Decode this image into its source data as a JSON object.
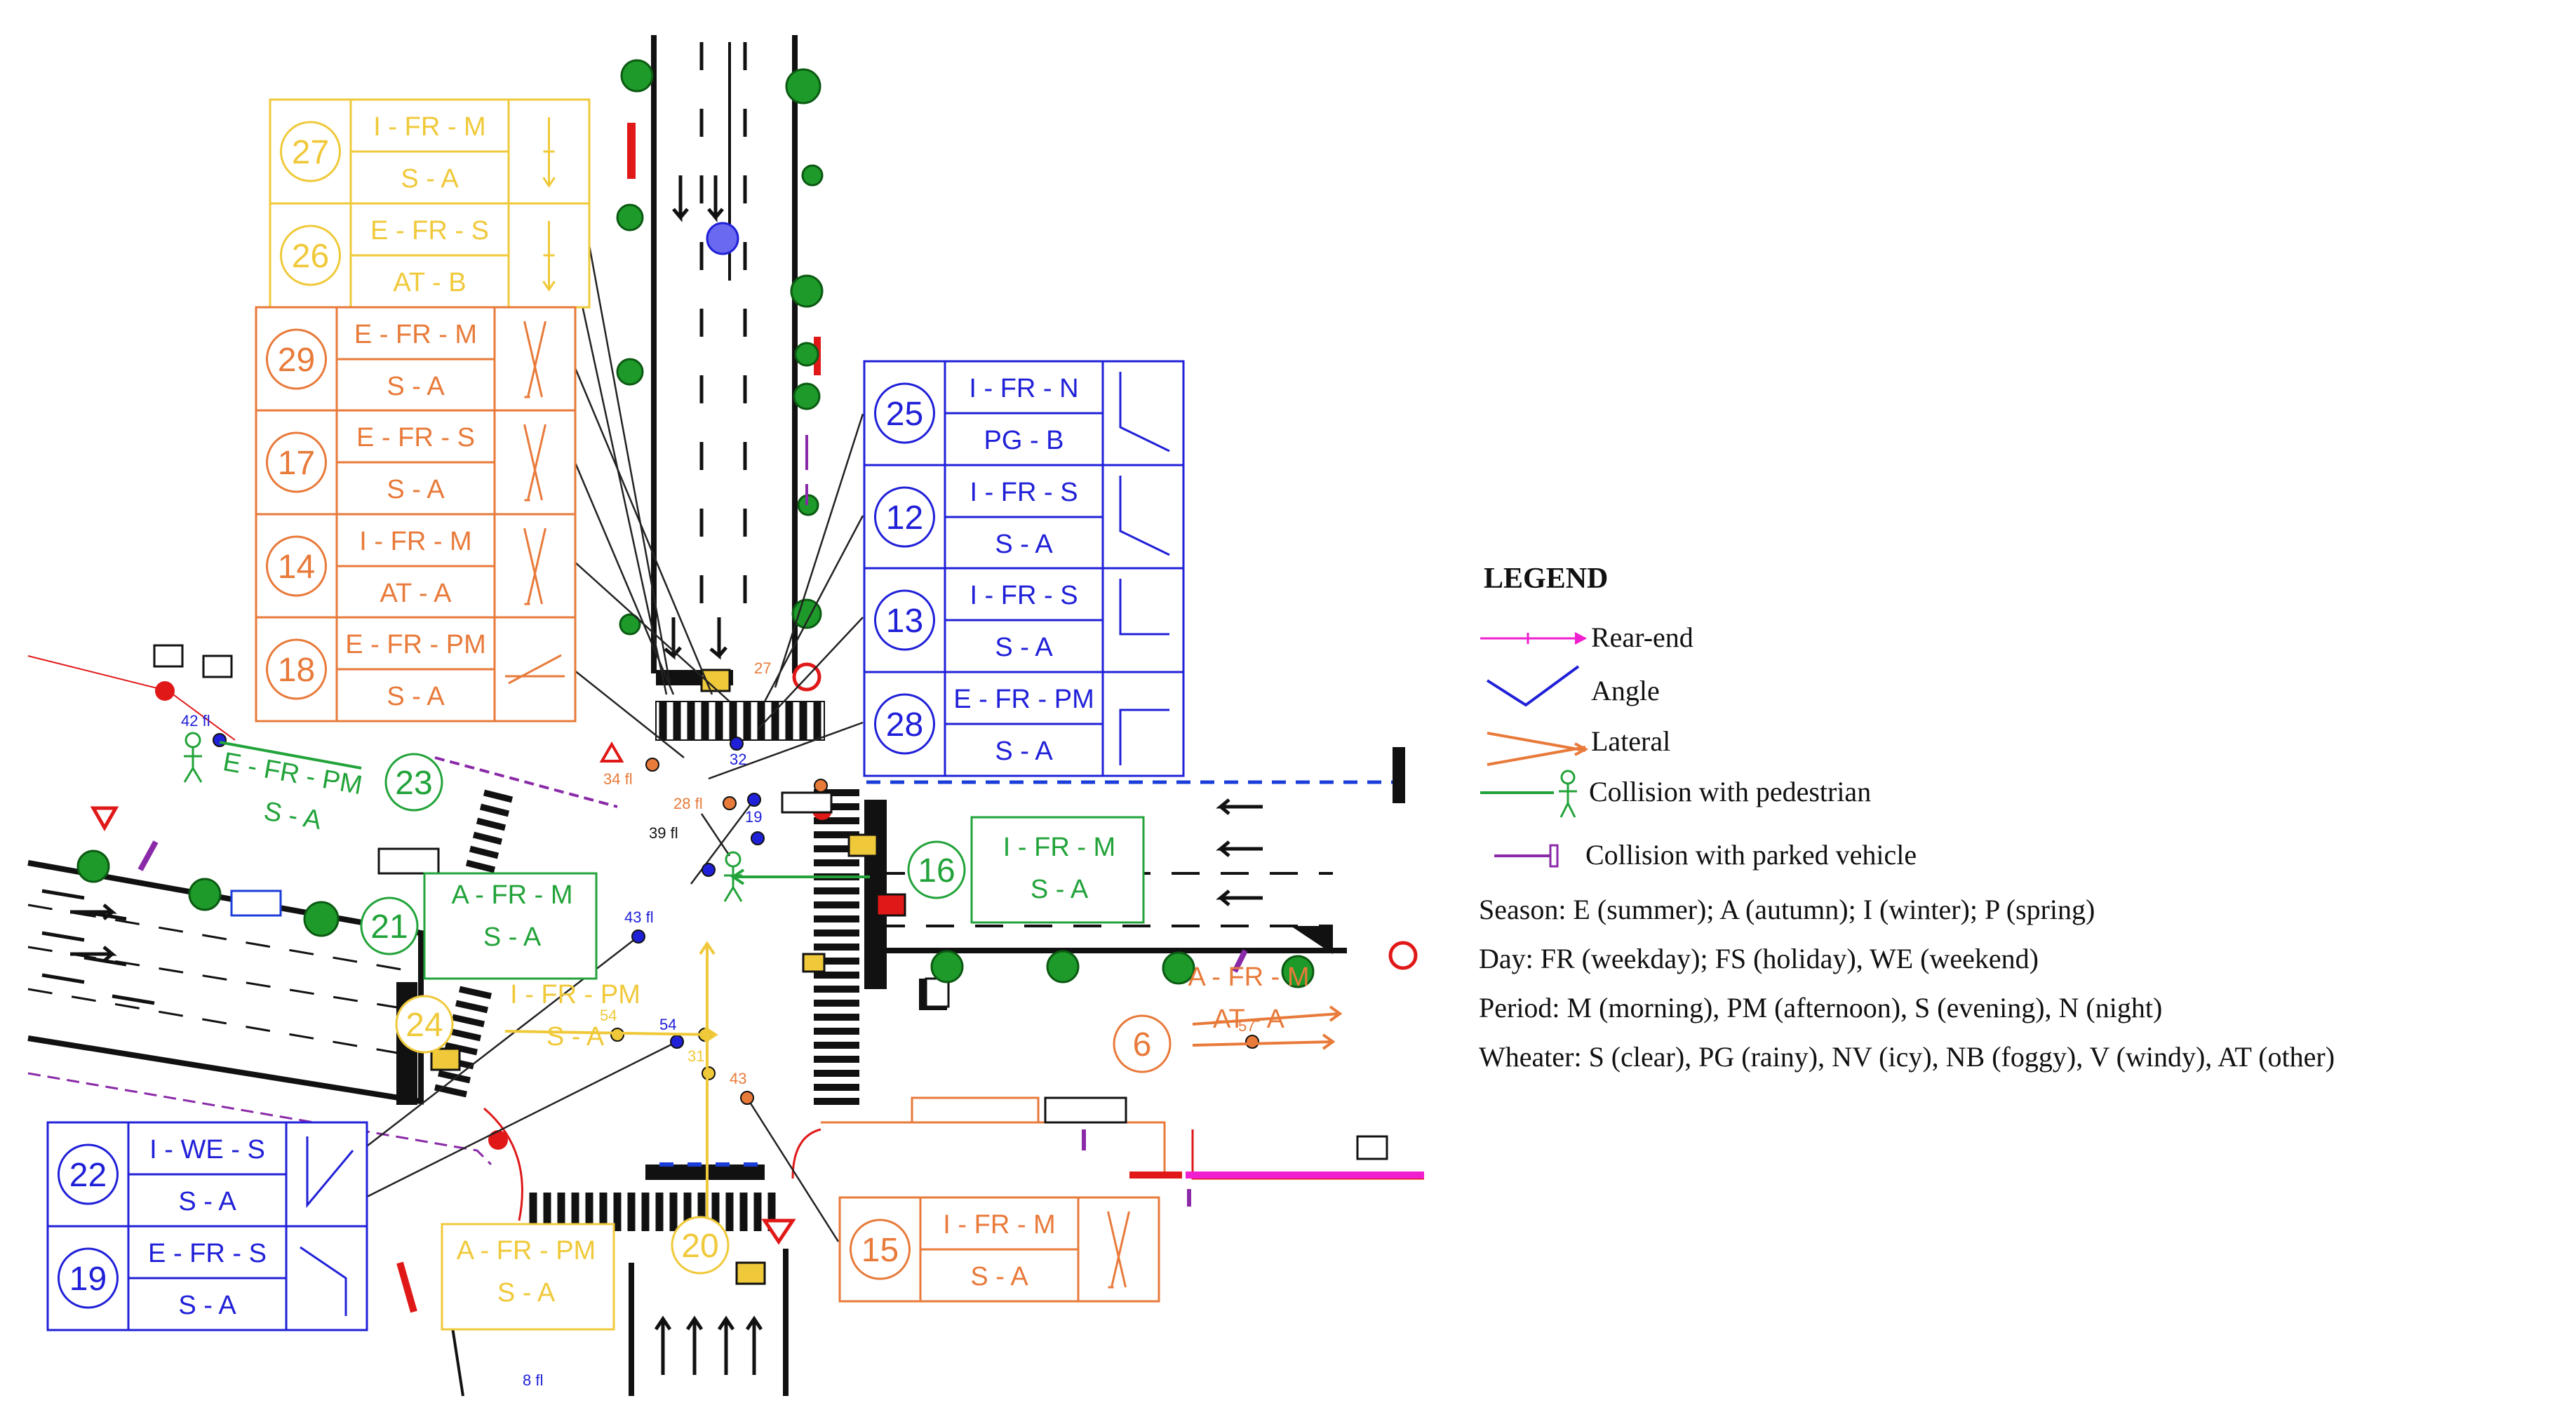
{
  "colors": {
    "blue": "#2020d8",
    "orange": "#e87a3a",
    "yellow": "#f0c93a",
    "green": "#22a33a",
    "pink": "#f020d0",
    "purple": "#8a2aa8",
    "red": "#e01818",
    "tree": "#1e9a2a",
    "road": "#111111"
  },
  "boxes": [
    {
      "id": "27",
      "line1": "I - FR - M",
      "line2": "S - A"
    },
    {
      "id": "26",
      "line1": "E - FR - S",
      "line2": "AT - B"
    },
    {
      "id": "29",
      "line1": "E - FR - M",
      "line2": "S - A"
    },
    {
      "id": "17",
      "line1": "E - FR - S",
      "line2": "S - A"
    },
    {
      "id": "14",
      "line1": "I - FR - M",
      "line2": "AT -    A"
    },
    {
      "id": "18",
      "line1": "E - FR - PM",
      "line2": "S - A"
    },
    {
      "id": "25",
      "line1": "I - FR - N",
      "line2": "PG -    B"
    },
    {
      "id": "12",
      "line1": "I - FR - S",
      "line2": "S - A"
    },
    {
      "id": "13",
      "line1": "I - FR - S",
      "line2": "S - A"
    },
    {
      "id": "28",
      "line1": "E - FR - PM",
      "line2": "S - A"
    },
    {
      "id": "22",
      "line1": "I - WE - S",
      "line2": "S - A"
    },
    {
      "id": "19",
      "line1": "E - FR - S",
      "line2": "S - A"
    },
    {
      "id": "15",
      "line1": "I - FR - M",
      "line2": "S - A"
    }
  ],
  "labels": [
    {
      "id": "23",
      "line1": "E - FR - PM",
      "line2": "S - A"
    },
    {
      "id": "21",
      "line1": "A - FR - M",
      "line2": "S - A"
    },
    {
      "id": "16",
      "line1": "I - FR - M",
      "line2": "S - A"
    },
    {
      "id": "24",
      "line1": "I - FR - PM",
      "line2": "S - A"
    },
    {
      "id": "20",
      "line1": "A - FR - PM",
      "line2": "S - A"
    },
    {
      "id": "6",
      "line1": "A - FR - M",
      "line2": "AT -    A"
    }
  ],
  "small_labels": {
    "l42": "42 fl",
    "l34": "34 fl",
    "l28": "28 fl",
    "l39": "39 fl",
    "l43fl": "43 fl",
    "l32": "32",
    "l19": "19",
    "l54a": "54",
    "l54b": "54",
    "l57": "57",
    "l43": "43",
    "l31": "31",
    "l8": "8 fl",
    "l27": "27"
  },
  "legend": {
    "title": "LEGEND",
    "items": [
      {
        "label": "Rear-end"
      },
      {
        "label": "Angle"
      },
      {
        "label": "Lateral"
      },
      {
        "label": "Collision with pedestrian"
      },
      {
        "label": "Collision with parked vehicle"
      }
    ],
    "notes": [
      "Season: E (summer); A (autumn); I (winter); P (spring)",
      "Day: FR (weekday); FS (holiday), WE (weekend)",
      "Period: M (morning), PM (afternoon), S (evening), N (night)",
      "Wheater: S (clear), PG (rainy), NV (icy), NB (foggy), V (windy), AT (other)"
    ]
  }
}
